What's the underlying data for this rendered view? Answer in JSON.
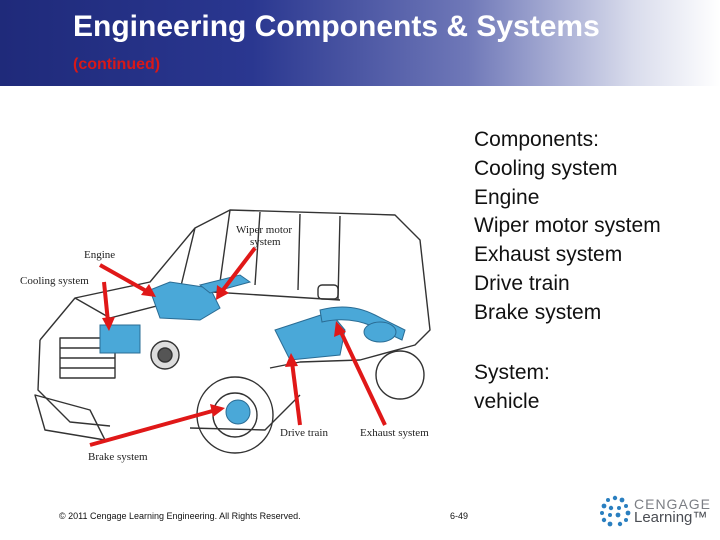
{
  "header": {
    "title": "Engineering Components & Systems",
    "subtitle": "(continued)"
  },
  "components": {
    "heading": "Components:",
    "items": [
      "Cooling system",
      "Engine",
      "Wiper motor system",
      "Exhaust system",
      "Drive train",
      "Brake system"
    ]
  },
  "system": {
    "heading": "System:",
    "value": "vehicle"
  },
  "figure": {
    "labels": {
      "wiper_line1": "Wiper motor",
      "wiper_line2": "system",
      "engine": "Engine",
      "cooling": "Cooling system",
      "drive": "Drive train",
      "exhaust": "Exhaust system",
      "brake": "Brake system"
    },
    "colors": {
      "arrow": "#e01818",
      "part_blue": "#4aa8d8",
      "outline": "#333333"
    }
  },
  "footer": {
    "copyright": "© 2011 Cengage Learning Engineering. All Rights Reserved.",
    "page": "6-49"
  },
  "logo": {
    "line1": "CENGAGE",
    "line2": "Learning™"
  }
}
